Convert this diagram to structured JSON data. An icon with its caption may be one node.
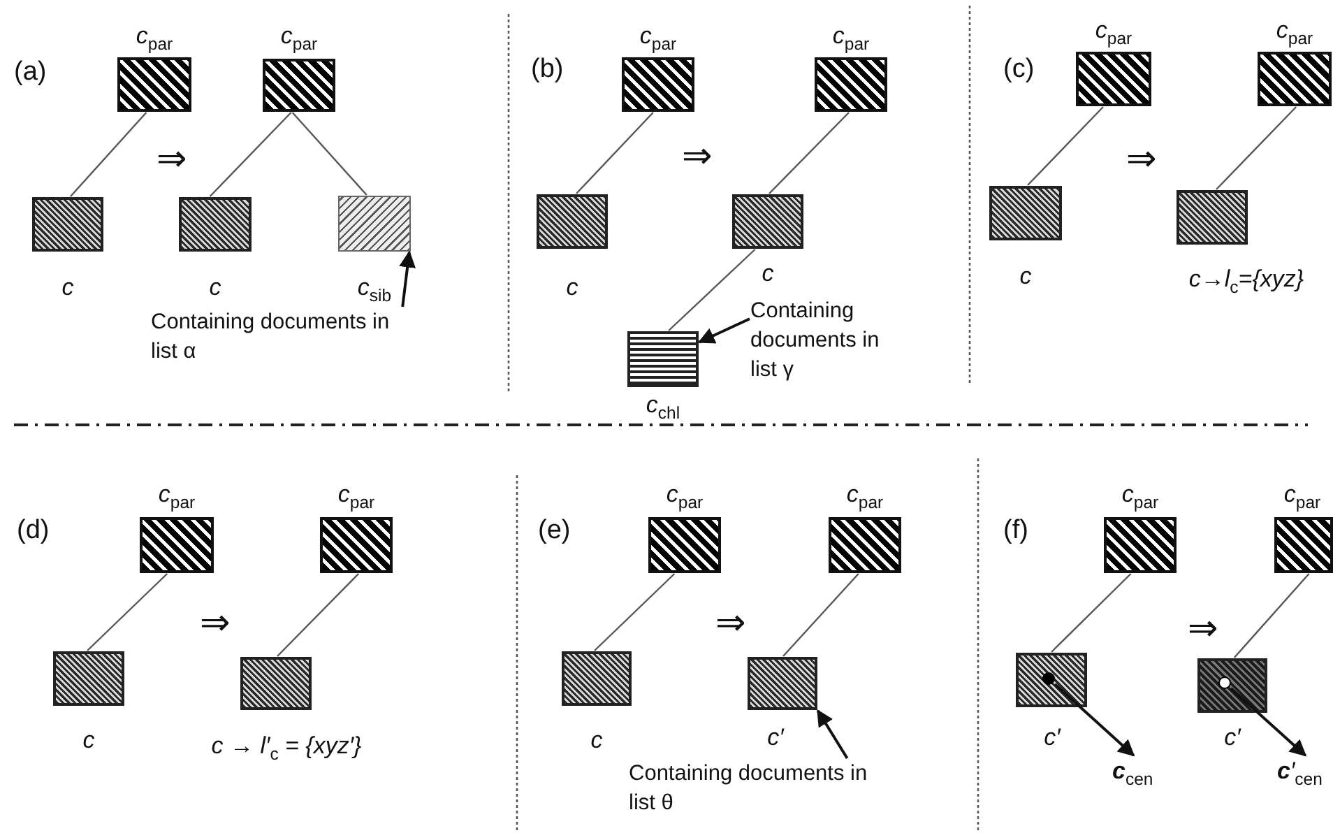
{
  "diagram": {
    "nodes": [
      {
        "text": [
          "c$_{par}$"
        ]
      },
      {
        "text": [
          "c"
        ]
      },
      {
        "text": [
          "c$_{par}$"
        ]
      },
      {
        "text": [
          "c"
        ]
      },
      {
        "text": [
          "c$_{sib}$"
        ]
      },
      {
        "text": [
          "Containing documents in list α"
        ]
      },
      {
        "text": [
          "c$_{par}$"
        ]
      },
      {
        "text": [
          "c"
        ]
      },
      {
        "text": [
          "c$_{par}$"
        ]
      },
      {
        "text": [
          "c"
        ]
      },
      {
        "text": [
          "c$_{chl}$"
        ]
      },
      {
        "text": [
          "Containing documents in list γ"
        ]
      },
      {
        "text": [
          "c$_{par}$"
        ]
      },
      {
        "text": [
          "c"
        ]
      },
      {
        "text": [
          "c$_{par}$"
        ]
      },
      {
        "text": [
          "c→l$_{c}$={xyz}"
        ]
      },
      {
        "text": [
          "c$_{par}$"
        ]
      },
      {
        "text": [
          "c"
        ]
      },
      {
        "text": [
          "c$_{par}$"
        ]
      },
      {
        "text": [
          "c → l′$_{c}$ = {xyz′}"
        ]
      },
      {
        "text": [
          "c$_{par}$"
        ]
      },
      {
        "text": [
          "c"
        ]
      },
      {
        "text": [
          "c$_{par}$"
        ]
      },
      {
        "text": [
          "c′"
        ]
      },
      {
        "text": [
          "Containing documents in list θ"
        ]
      },
      {
        "text": [
          "c$_{par}$"
        ]
      },
      {
        "text": [
          "c′"
        ]
      },
      {
        "text": [],
        "shape": "circle",
        "in": 26
      },
      {
        "text": [
          "**c**$_{cen}$"
        ]
      },
      {
        "text": [
          "c$_{par}$"
        ]
      },
      {
        "text": [
          "c′"
        ]
      },
      {
        "text": [],
        "shape": "circle",
        "in": 30
      },
      {
        "text": [
          "**c**′$_{cen}$"
        ]
      }
    ],
    "edges": [
      {
        "from": 0,
        "to": 1,
        "arrow": "none"
      },
      {
        "from": 2,
        "to": 3,
        "arrow": "none"
      },
      {
        "from": 2,
        "to": 4,
        "arrow": "none"
      },
      {
        "from": 5,
        "to": 4,
        "arrow": "to"
      },
      {
        "from": 6,
        "to": 7,
        "arrow": "none"
      },
      {
        "from": 8,
        "to": 9,
        "arrow": "none"
      },
      {
        "from": 9,
        "to": 10,
        "arrow": "none"
      },
      {
        "from": 11,
        "to": 10,
        "arrow": "to"
      },
      {
        "from": 12,
        "to": 13,
        "arrow": "none"
      },
      {
        "from": 14,
        "to": 15,
        "arrow": "none"
      },
      {
        "from": 16,
        "to": 17,
        "arrow": "none"
      },
      {
        "from": 18,
        "to": 19,
        "arrow": "none"
      },
      {
        "from": 20,
        "to": 21,
        "arrow": "none"
      },
      {
        "from": 22,
        "to": 23,
        "arrow": "none"
      },
      {
        "from": 24,
        "to": 23,
        "arrow": "to"
      },
      {
        "from": 25,
        "to": 26,
        "arrow": "none"
      },
      {
        "from": 27,
        "to": 28,
        "arrow": "to"
      },
      {
        "from": 29,
        "to": 30,
        "arrow": "none"
      },
      {
        "from": 31,
        "to": 32,
        "arrow": "to"
      }
    ],
    "labels": [
      "(a)",
      "⇒",
      "(b)",
      "⇒",
      "(c)",
      "⇒",
      "(d)",
      "⇒",
      "(e)",
      "⇒",
      "(f)",
      "⇒"
    ]
  }
}
